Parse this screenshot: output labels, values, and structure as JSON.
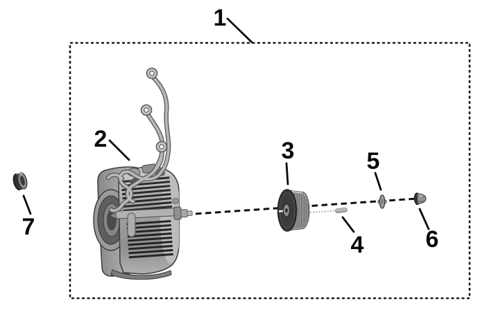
{
  "diagram": {
    "background_color": "#ffffff",
    "line_color": "#0a0a0a",
    "metal_light": "#c2c2c2",
    "metal_mid": "#8f8f8f",
    "metal_dark": "#3b3b3b",
    "callouts": [
      {
        "label": "1",
        "part": "assembly-boundary-box"
      },
      {
        "label": "2",
        "part": "motor"
      },
      {
        "label": "3",
        "part": "toothed-pulley"
      },
      {
        "label": "4",
        "part": "pin"
      },
      {
        "label": "5",
        "part": "washer"
      },
      {
        "label": "6",
        "part": "nut"
      },
      {
        "label": "7",
        "part": "spacer-ring"
      }
    ]
  }
}
